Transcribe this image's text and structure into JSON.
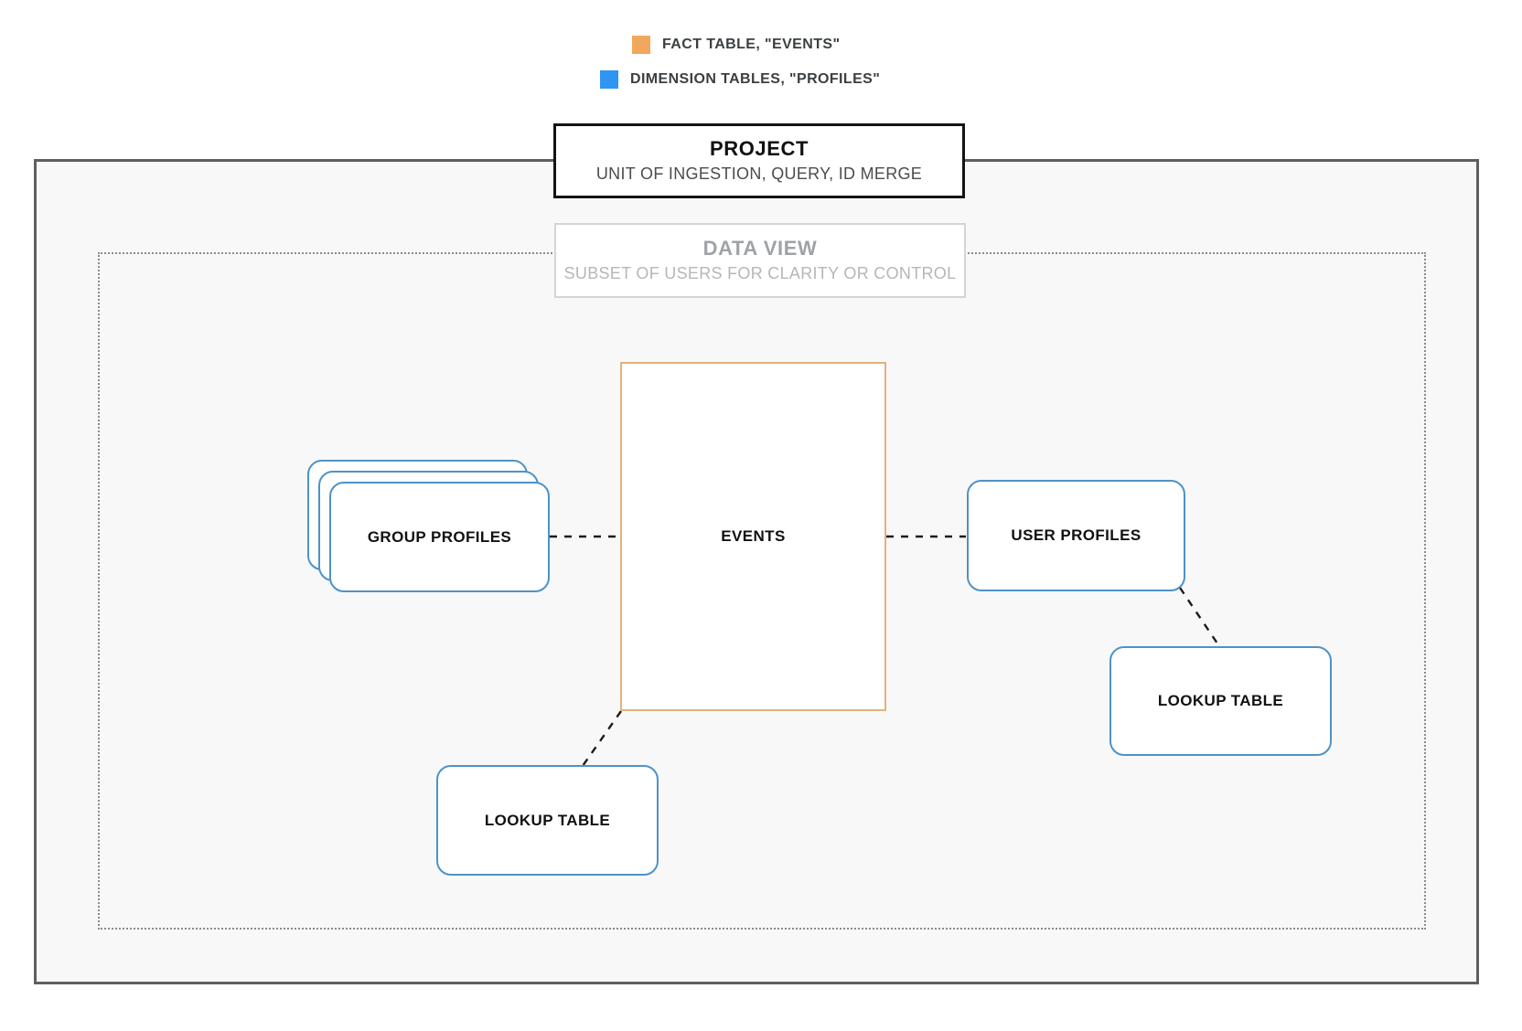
{
  "legend": {
    "items": [
      {
        "id": "fact-table",
        "label": "FACT TABLE, \"EVENTS\"",
        "swatch_color": "#F2A85C"
      },
      {
        "id": "dimension-tables",
        "label": "DIMENSION TABLES, \"PROFILES\"",
        "swatch_color": "#2E96F2"
      }
    ]
  },
  "project": {
    "title": "PROJECT",
    "subtitle": "UNIT OF INGESTION, QUERY, ID MERGE"
  },
  "data_view": {
    "title": "DATA VIEW",
    "subtitle": "SUBSET OF USERS FOR CLARITY OR CONTROL"
  },
  "nodes": {
    "events": {
      "label": "EVENTS",
      "type": "fact"
    },
    "group_profiles": {
      "label": "GROUP PROFILES",
      "type": "dimension",
      "stacked": true
    },
    "user_profiles": {
      "label": "USER PROFILES",
      "type": "dimension"
    },
    "lookup_table_left": {
      "label": "LOOKUP TABLE",
      "type": "dimension"
    },
    "lookup_table_right": {
      "label": "LOOKUP TABLE",
      "type": "dimension"
    }
  },
  "edges": [
    {
      "from": "group_profiles",
      "to": "events",
      "style": "dashed"
    },
    {
      "from": "events",
      "to": "user_profiles",
      "style": "dashed"
    },
    {
      "from": "events",
      "to": "lookup_table_left",
      "style": "dashed"
    },
    {
      "from": "user_profiles",
      "to": "lookup_table_right",
      "style": "dashed"
    }
  ],
  "colors": {
    "fact_border": "#E2B27A",
    "dimension_border": "#4E92C8",
    "legend_fact_swatch": "#F2A85C",
    "legend_dimension_swatch": "#2E96F2",
    "outer_border": "#5F5F5F",
    "dotted_border": "#8C8C8C",
    "panel_bg": "#F8F8F8",
    "connector": "#1C1C1C",
    "legend_text": "#3C4043"
  }
}
